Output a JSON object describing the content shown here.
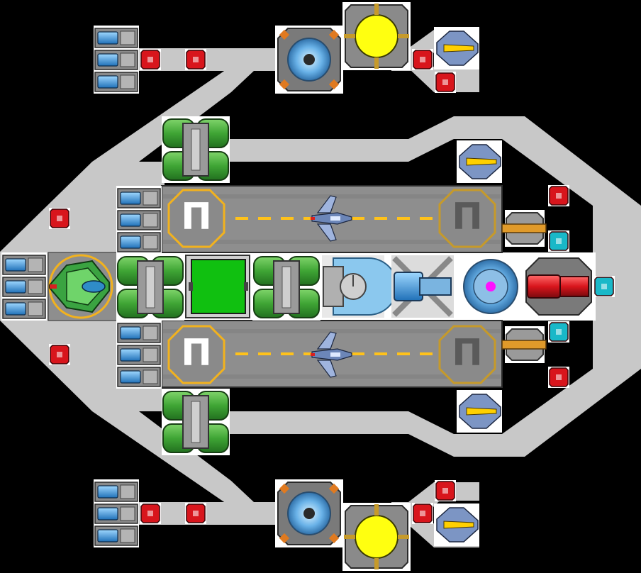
{
  "scene": {
    "title": "",
    "colors": {
      "background": "#000000",
      "hull_frame": "#c8c8c8",
      "deck": "#8e8e8e",
      "deck_border": "#2a2a2a",
      "pad_ring": "#f2b21e",
      "runway_dash": "#ffc21a",
      "power_core": "#ffff10",
      "fuel_tank": "#3fa535",
      "cargo_hatch": "#10c010",
      "battery_cell": "#2c8fd8",
      "armor_node": "#d8151c",
      "shield_node": "#19b8c8",
      "reactor_orb": "#ff10ff",
      "thruster": "#ffd000"
    }
  },
  "modules": {
    "landing_pad_glyph": "Π",
    "landing_pads": [
      {
        "name": "top-left",
        "state": "active"
      },
      {
        "name": "top-right",
        "state": "idle"
      },
      {
        "name": "bottom-left",
        "state": "active"
      },
      {
        "name": "bottom-right",
        "state": "idle"
      }
    ],
    "fighters": [
      "top-hangar-fighter",
      "bottom-hangar-fighter"
    ],
    "cockpit": "green-command-ship",
    "engine_core": "red-engine-block"
  }
}
